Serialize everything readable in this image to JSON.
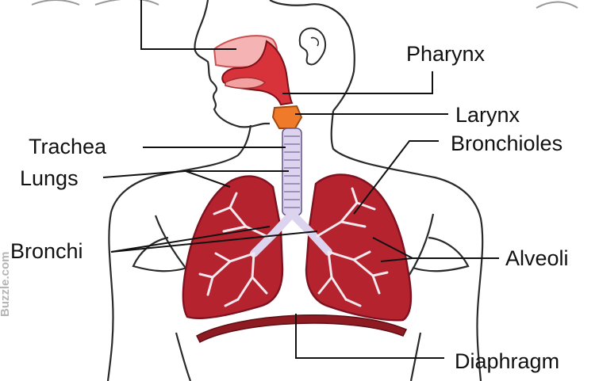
{
  "labels": {
    "pharynx": "Pharynx",
    "larynx": "Larynx",
    "trachea": "Trachea",
    "bronchioles": "Bronchioles",
    "lungs": "Lungs",
    "bronchi": "Bronchi",
    "alveoli": "Alveoli",
    "diaphragm": "Diaphragm"
  },
  "watermark": "Buzzle.com",
  "colors": {
    "outline": "#2a2a2a",
    "lung": "#b5232f",
    "lung_dark": "#7e1220",
    "trachea": "#dcd3ee",
    "larynx": "#ee7a2a",
    "nasal": "#f6b3b3",
    "diaphragm": "#8e1a22",
    "leader_line": "#111111"
  }
}
